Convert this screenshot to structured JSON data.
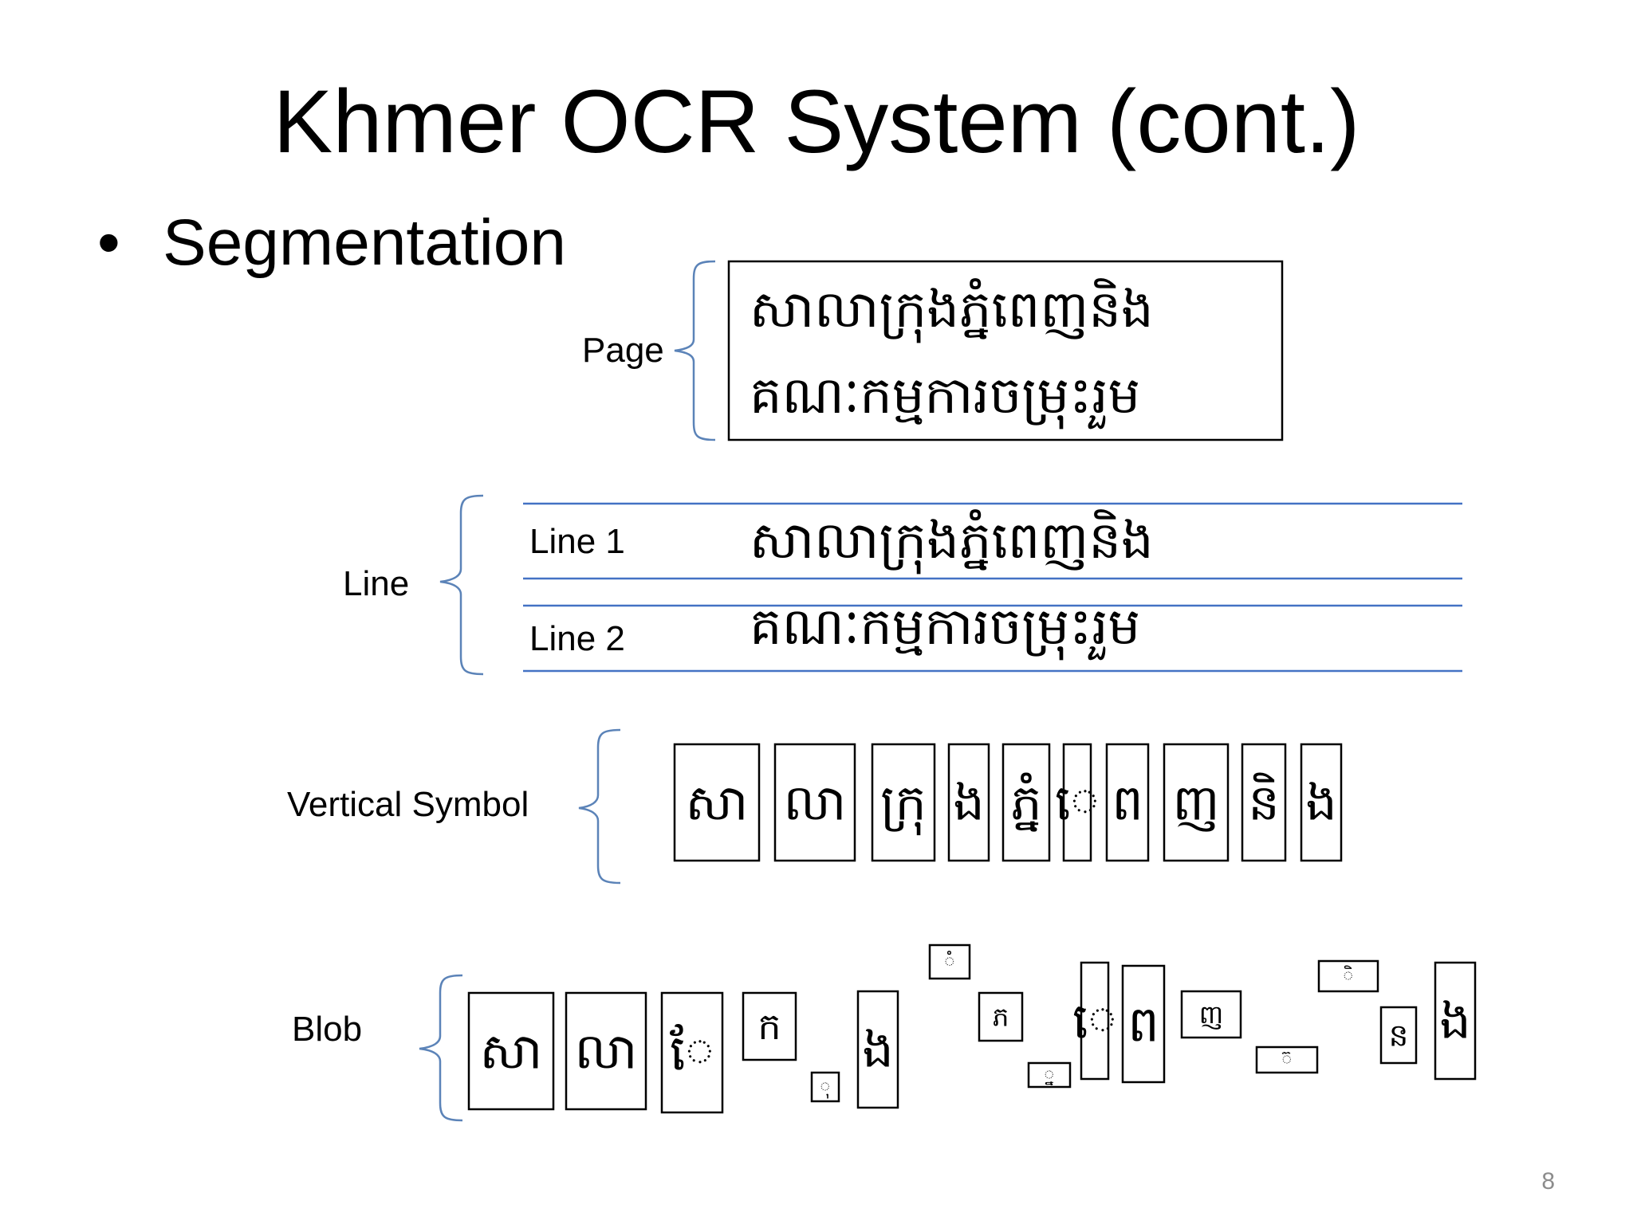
{
  "slide": {
    "title": "Khmer OCR System (cont.)",
    "bullet": "Segmentation",
    "page_number": "8"
  },
  "labels": {
    "page": "Page",
    "line": "Line",
    "line1": "Line 1",
    "line2": "Line 2",
    "vertical_symbol": "Vertical Symbol",
    "blob": "Blob"
  },
  "khmer": {
    "line1": "សាលាក្រុងភ្នំពេញនិង",
    "line2": "គណៈកម្មការចម្រុះរួម",
    "vertical_symbols": [
      "សា",
      "លា",
      "ក្រុ",
      "ង",
      "ភ្នំ",
      "េ",
      "ព",
      "ញ",
      "និ",
      "ង"
    ],
    "blobs": [
      "សា",
      "លា",
      "ែ",
      "ក",
      "ុ",
      "ង",
      "ំ",
      "ភ",
      "្ន",
      "េ",
      "ព",
      "ញ",
      "៊",
      "ិ",
      "ន",
      "ង"
    ]
  },
  "colors": {
    "bracket": "#5b83b8",
    "rule": "#4472c4",
    "box": "#000000",
    "page_number": "#8c8c8c"
  }
}
